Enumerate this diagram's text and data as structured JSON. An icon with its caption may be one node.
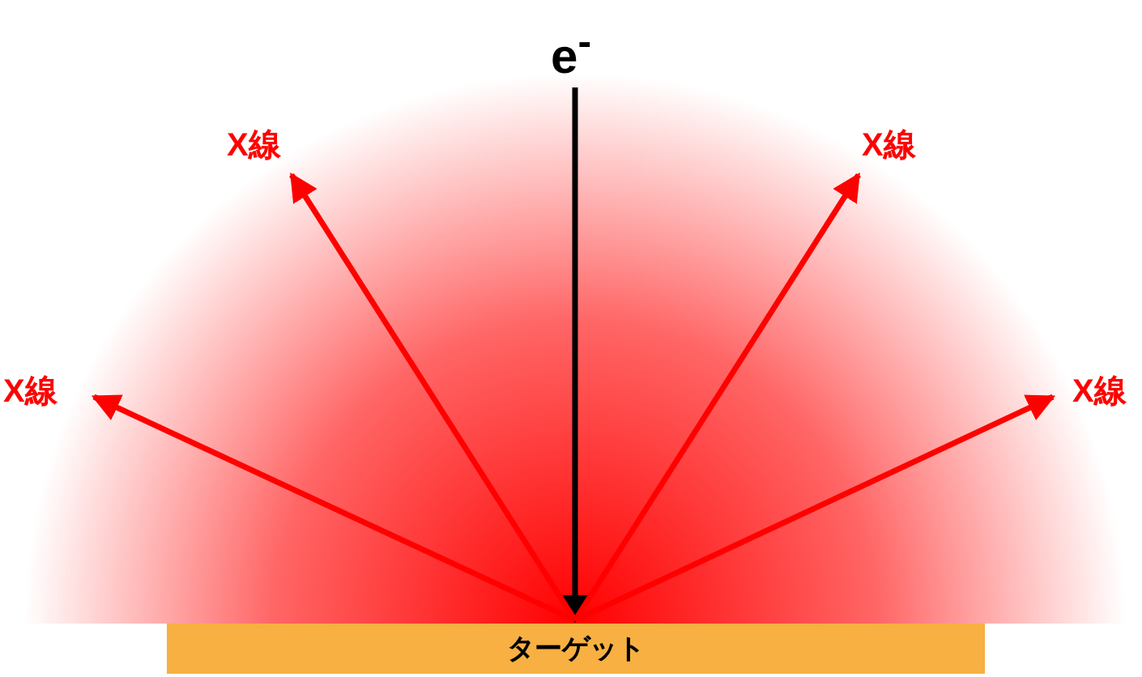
{
  "diagram": {
    "nodes": [
      {
        "text": [
          "e$^{-}$"
        ]
      },
      {
        "text": [
          "X線"
        ]
      },
      {
        "text": [
          "X線"
        ]
      },
      {
        "text": [
          "X線"
        ]
      },
      {
        "text": [
          "X線"
        ]
      },
      {
        "text": [
          "ターゲット"
        ]
      }
    ],
    "edges": [
      {
        "from": 0,
        "to": 5,
        "arrow": "to",
        "color": "#000000"
      },
      {
        "from": 5,
        "to": 1,
        "arrow": "to"
      },
      {
        "from": 5,
        "to": 2,
        "arrow": "to"
      },
      {
        "from": 5,
        "to": 3,
        "arrow": "to"
      },
      {
        "from": 5,
        "to": 4,
        "arrow": "to"
      }
    ]
  }
}
